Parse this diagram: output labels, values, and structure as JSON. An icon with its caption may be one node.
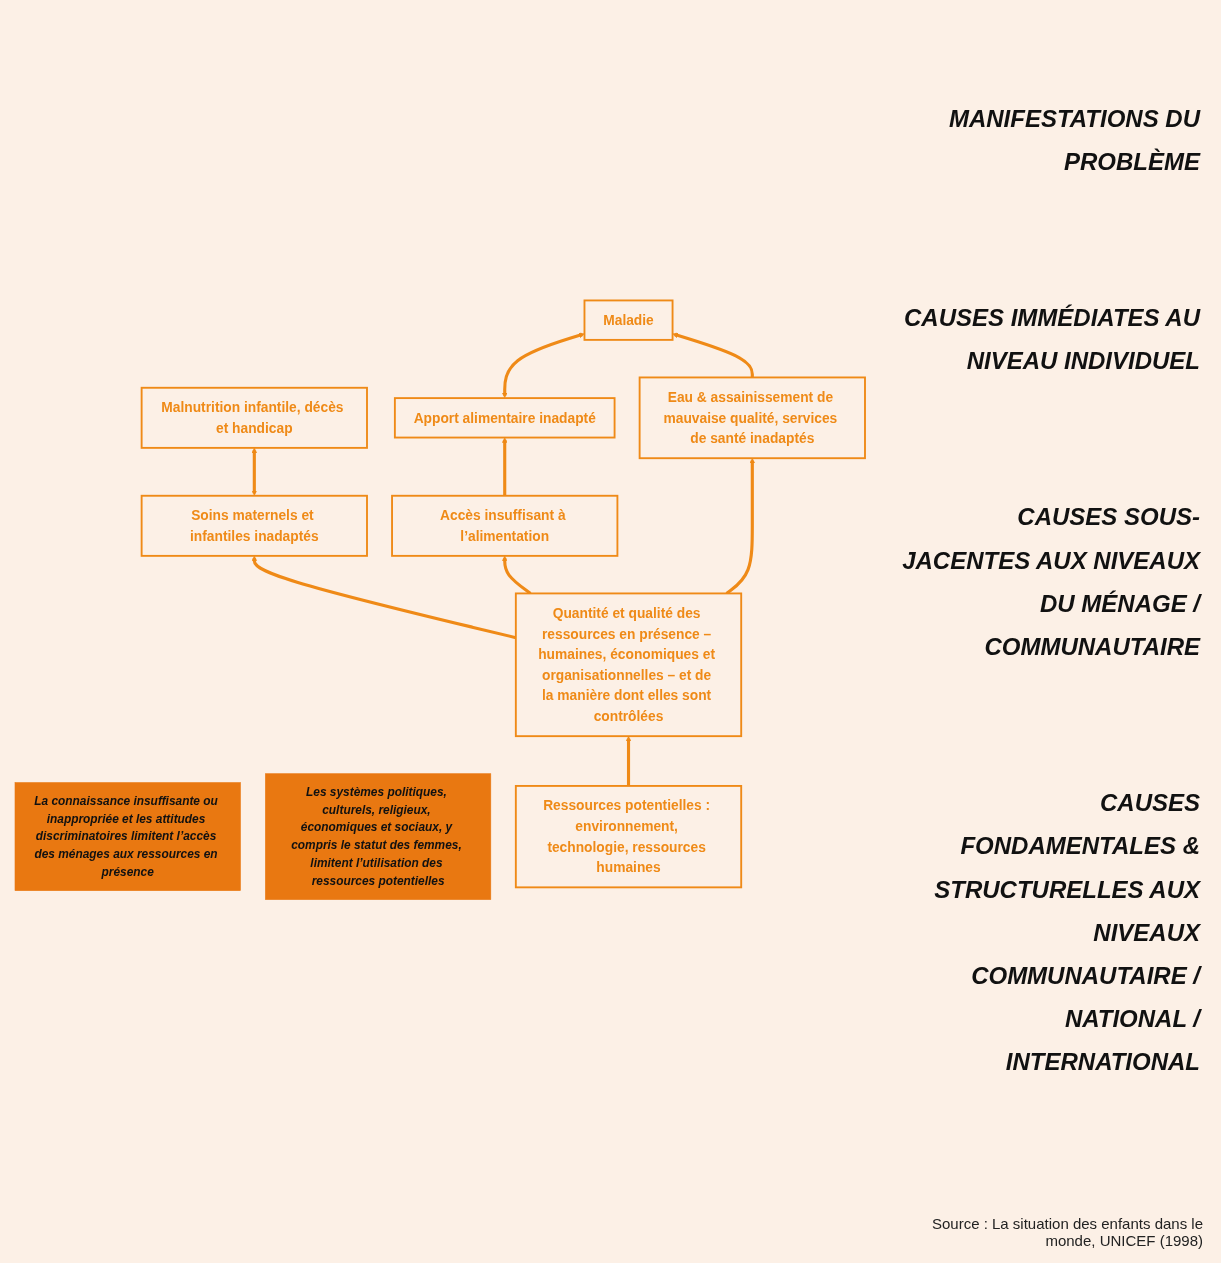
{
  "diagram": {
    "caption": "Source : La situation des enfants dans le monde, UNICEF (1998)",
    "nodes": [
      {
        "text": [
          "Malnutrition infantile, décès et handicap"
        ]
      },
      {
        "text": [
          "Apport alimentaire inadapté"
        ]
      },
      {
        "text": [
          "Maladie"
        ]
      },
      {
        "text": [
          "Accès insuffisant à l’alimentation"
        ]
      },
      {
        "text": [
          "Soins maternels et infantiles inadaptés"
        ]
      },
      {
        "text": [
          "Eau & assainissement de mauvaise qualité, services de santé inadaptés"
        ]
      },
      {
        "text": [
          "La connaissance insuffisante ou inappropriée et les attitudes discriminatoires limitent l’accès des ménages aux ressources en présence"
        ]
      },
      {
        "text": [
          "Quantité et qualité des ressources en présence – humaines, économiques et organisationnelles – et de la manière dont elles sont contrôlées"
        ]
      },
      {
        "text": [
          "Les systèmes politiques, culturels, religieux, économiques et sociaux, y compris le statut des femmes, limitent l’utilisation des ressources potentielles"
        ]
      },
      {
        "text": [
          "Ressources potentielles : environnement, technologie, ressources humaines"
        ]
      }
    ],
    "edges": [
      {
        "from": 4,
        "to": 0,
        "arrow": "both"
      },
      {
        "from": 1,
        "to": 2,
        "arrow": "both"
      },
      {
        "from": 3,
        "to": 1,
        "arrow": "to"
      },
      {
        "from": 5,
        "to": 2,
        "arrow": "to"
      },
      {
        "from": 7,
        "to": 3,
        "arrow": "to"
      },
      {
        "from": 7,
        "to": 4,
        "arrow": "to"
      },
      {
        "from": 7,
        "to": 5,
        "arrow": "to"
      },
      {
        "from": 9,
        "to": 7,
        "arrow": "to"
      }
    ],
    "labels": [
      "MANIFESTATIONS DU PROBLÈME",
      "CAUSES IMMÉDIATES AU NIVEAU INDIVIDUEL",
      "CAUSES SOUS-JACENTES AUX NIVEAUX DU MÉNAGE / COMMUNAUTAIRE",
      "CAUSES FONDAMENTALES & STRUCTURELLES AUX NIVEAUX COMMUNAUTAIRE / NATIONAL / INTERNATIONAL"
    ]
  }
}
